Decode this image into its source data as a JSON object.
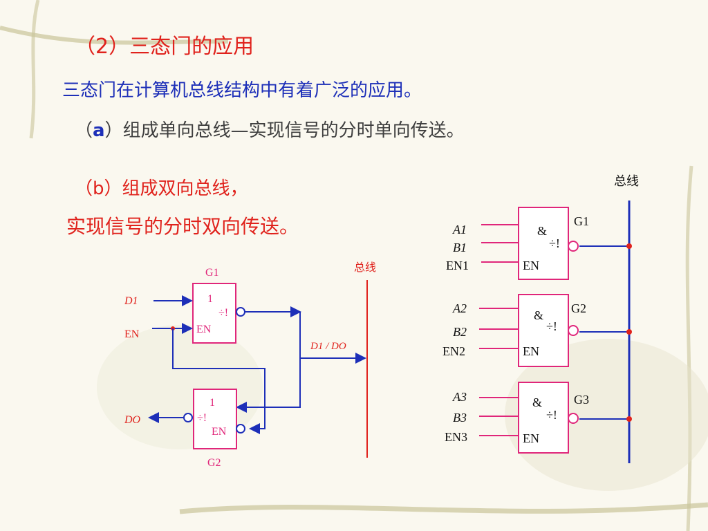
{
  "slide": {
    "title": "（2）三态门的应用",
    "line1": "三态门在计算机总线结构中有着广泛的应用。",
    "line2_prefix": "（",
    "line2_letter": "a",
    "line2_rest": "）组成单向总线—实现信号的分时单向传送。",
    "line3": "（b）组成双向总线，",
    "line4": "实现信号的分时双向传送。"
  },
  "left_diagram": {
    "bus_label": "总线",
    "g1_label": "G1",
    "g2_label": "G2",
    "d1_input": "D1",
    "en_input": "EN",
    "gate1_func": "1",
    "gate1_tri": "÷!",
    "gate1_en": "EN",
    "gate2_func": "1",
    "gate2_tri": "÷!",
    "gate2_en": "EN",
    "bus_signal": "D1 / DO",
    "d0_output": "DO"
  },
  "right_diagram": {
    "bus_label": "总线",
    "gates": [
      {
        "name": "G1",
        "a": "A1",
        "b": "B1",
        "en_in": "EN1",
        "func": "&",
        "tri": "÷!",
        "en": "EN"
      },
      {
        "name": "G2",
        "a": "A2",
        "b": "B2",
        "en_in": "EN2",
        "func": "&",
        "tri": "÷!",
        "en": "EN"
      },
      {
        "name": "G3",
        "a": "A3",
        "b": "B3",
        "en_in": "EN3",
        "func": "&",
        "tri": "÷!",
        "en": "EN"
      }
    ]
  },
  "colors": {
    "title_red": "#e0221c",
    "text_blue": "#1d2fb8",
    "wire_blue": "#1d2fb8",
    "gate_pink": "#e0267a",
    "bus_red": "#e0221c"
  }
}
